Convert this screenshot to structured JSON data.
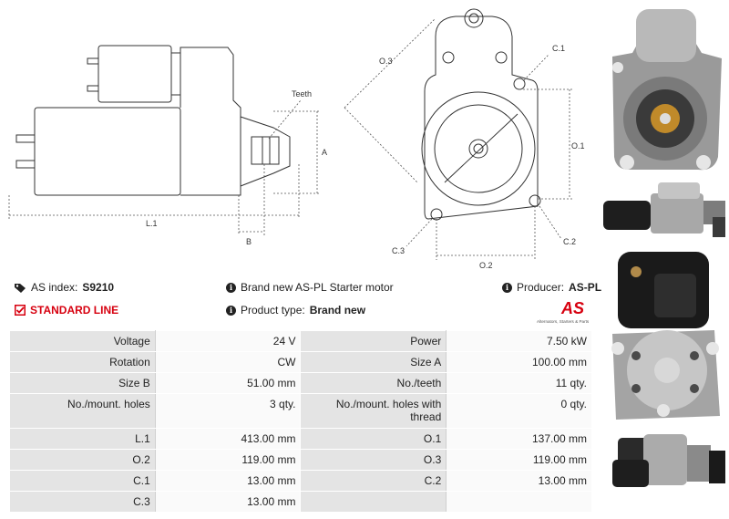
{
  "drawing": {
    "labels": {
      "teeth": "Teeth",
      "a": "A",
      "b": "B",
      "l1": "L.1",
      "o1": "O.1",
      "o2": "O.2",
      "o3": "O.3",
      "c1": "C.1",
      "c2": "C.2",
      "c3": "C.3"
    }
  },
  "info": {
    "as_index_label": "AS index:",
    "as_index_value": "S9210",
    "standard_line": "STANDARD LINE",
    "description": "Brand new AS-PL Starter motor",
    "product_type_label": "Product type:",
    "product_type_value": "Brand new",
    "producer_label": "Producer:",
    "producer_value": "AS-PL"
  },
  "logo": {
    "mark": "AS",
    "tagline": "Alternators, Starters & Parts"
  },
  "colors": {
    "accent_red": "#d7000f",
    "label_bg": "#e4e4e4",
    "value_bg": "#fafafa"
  },
  "specs": [
    {
      "l1": "Voltage",
      "v1": "24 V",
      "l2": "Power",
      "v2": "7.50 kW"
    },
    {
      "l1": "Rotation",
      "v1": "CW",
      "l2": "Size A",
      "v2": "100.00 mm"
    },
    {
      "l1": "Size B",
      "v1": "51.00 mm",
      "l2": "No./teeth",
      "v2": "11 qty."
    },
    {
      "l1": "No./mount. holes",
      "v1": "3 qty.",
      "l2": "No./mount. holes with thread",
      "v2": "0 qty."
    },
    {
      "l1": "L.1",
      "v1": "413.00 mm",
      "l2": "O.1",
      "v2": "137.00 mm"
    },
    {
      "l1": "O.2",
      "v1": "119.00 mm",
      "l2": "O.3",
      "v2": "119.00 mm"
    },
    {
      "l1": "C.1",
      "v1": "13.00 mm",
      "l2": "C.2",
      "v2": "13.00 mm"
    },
    {
      "l1": "C.3",
      "v1": "13.00 mm",
      "l2": "",
      "v2": ""
    }
  ]
}
